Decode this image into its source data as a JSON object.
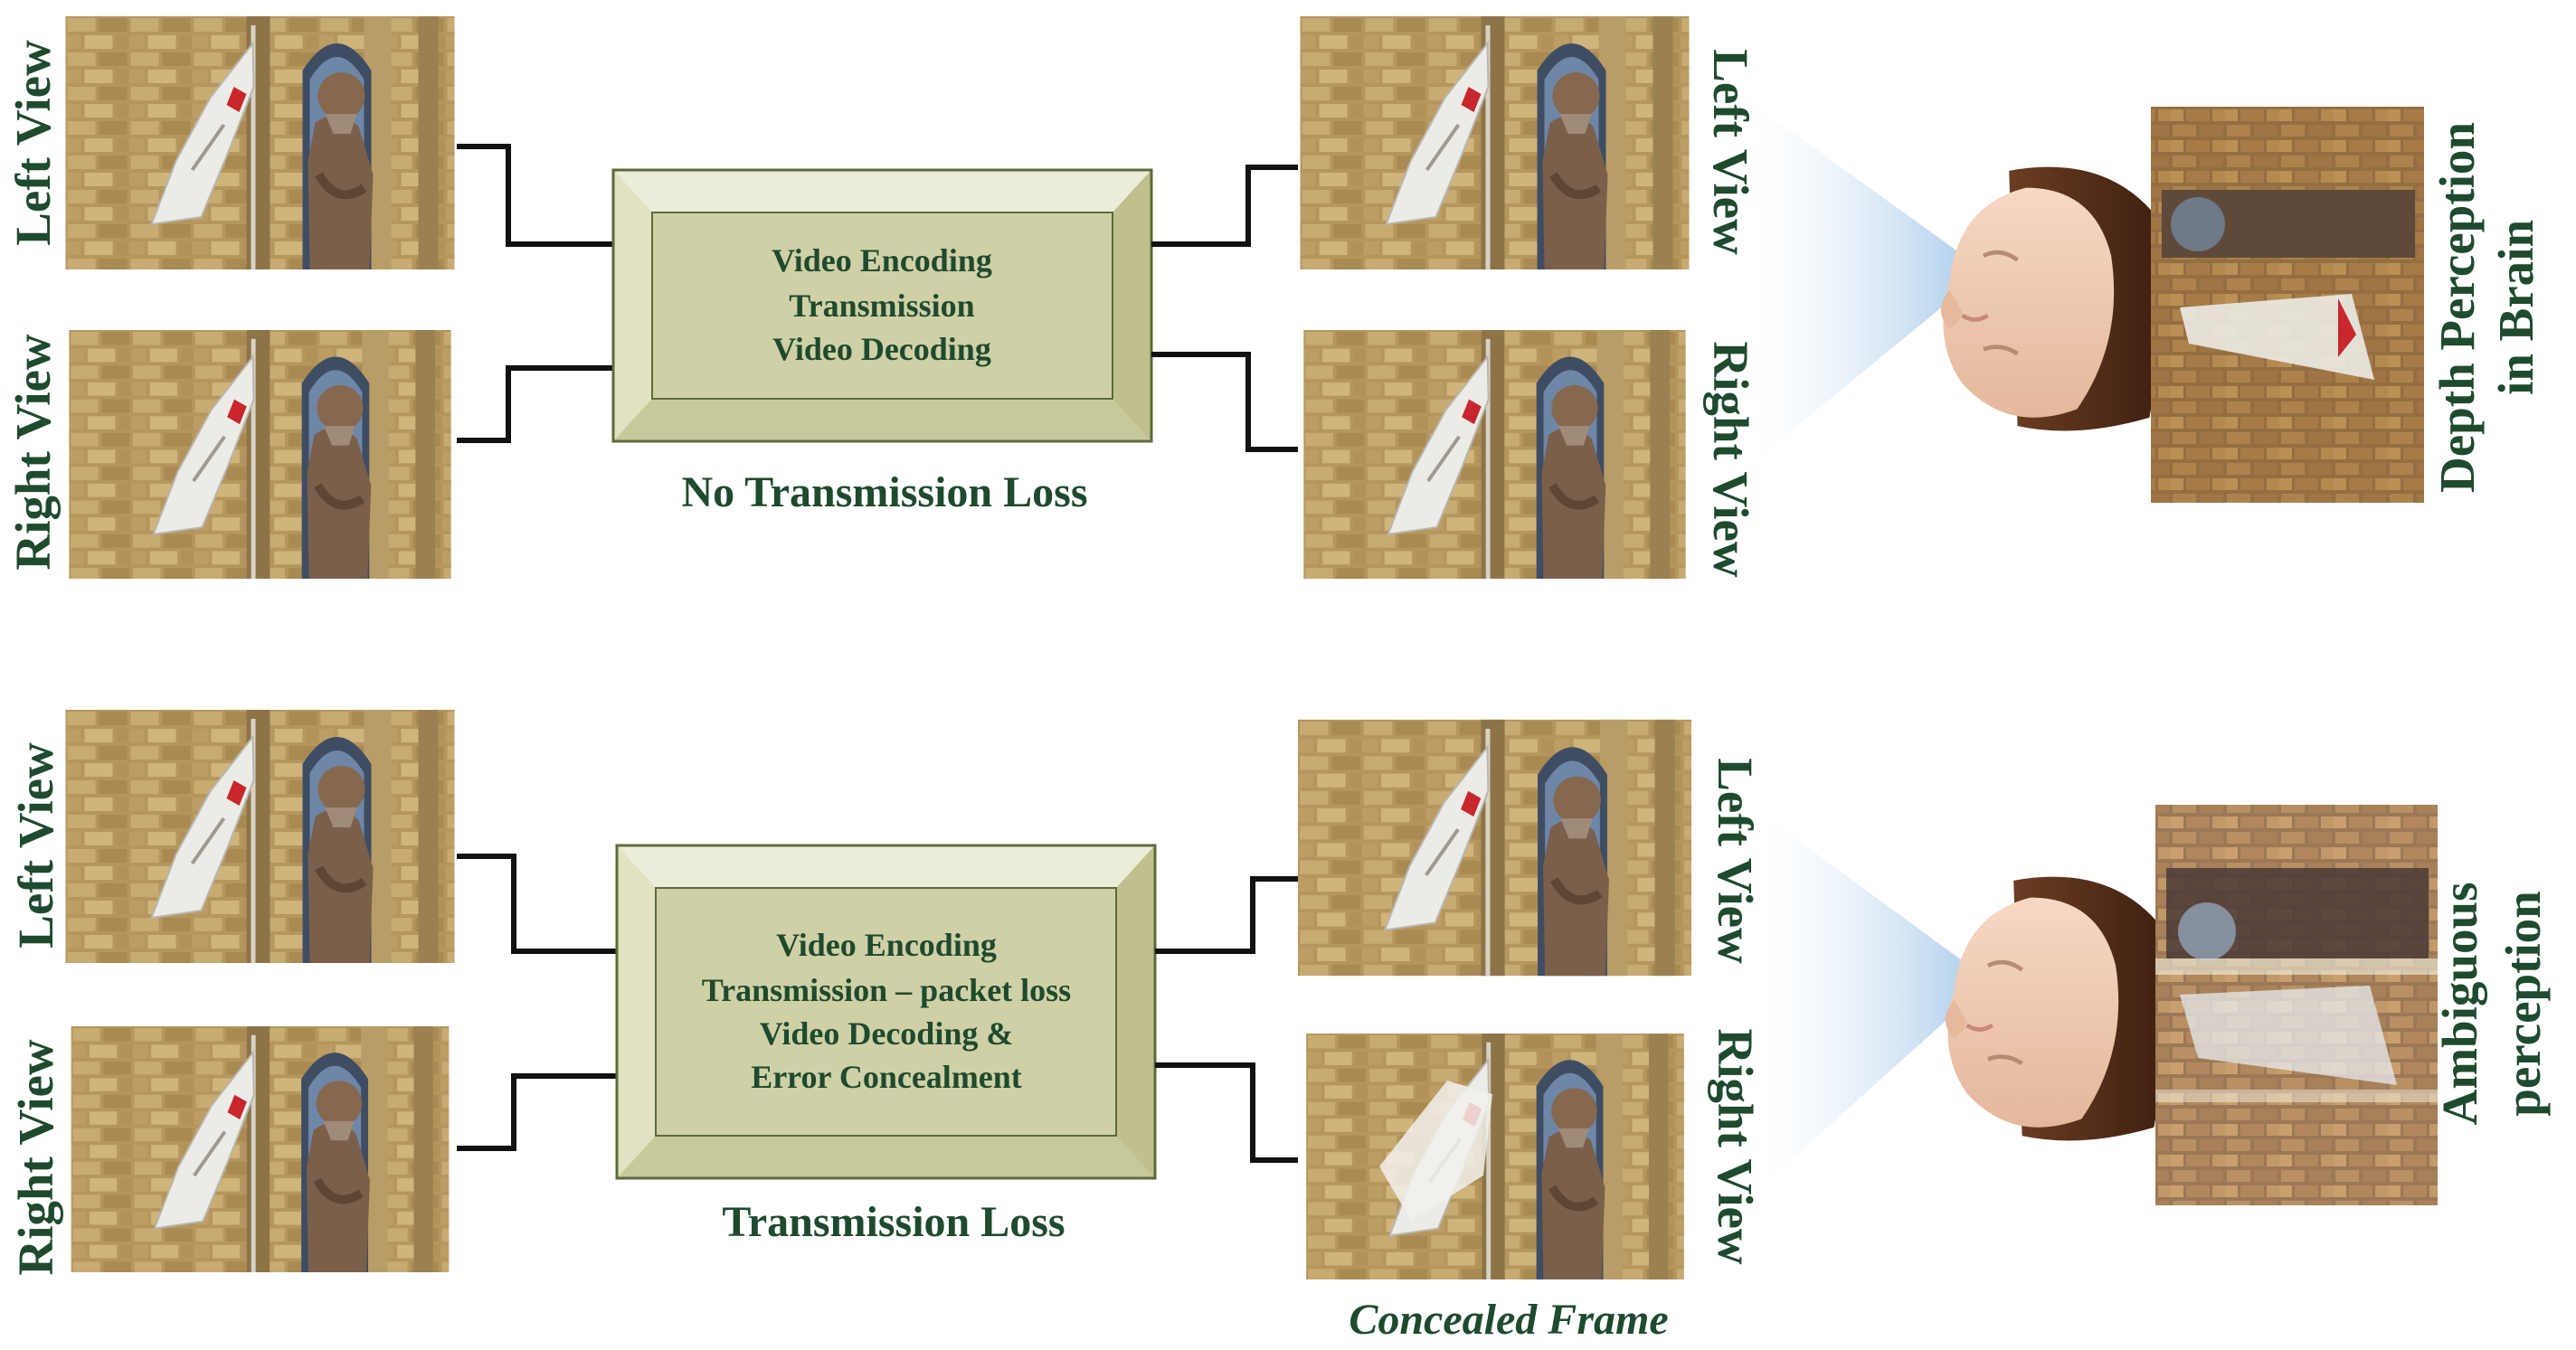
{
  "top_row": {
    "input_left_label": "Left View",
    "input_right_label": "Right View",
    "process_lines": [
      "Video Encoding",
      "Transmission",
      "Video Decoding"
    ],
    "caption": "No Transmission Loss",
    "output_left_label": "Left View",
    "output_right_label": "Right View",
    "perception_lines": [
      "Depth Perception",
      "in Brain"
    ]
  },
  "bottom_row": {
    "input_left_label": "Left View",
    "input_right_label": "Right View",
    "process_lines": [
      "Video Encoding",
      "Transmission – packet loss",
      "Video Decoding &",
      "Error Concealment"
    ],
    "caption": "Transmission Loss",
    "output_left_label": "Left View",
    "output_right_label": "Right View",
    "concealed_caption": "Concealed Frame",
    "perception_lines": [
      "Ambiguous",
      "perception"
    ]
  },
  "colors": {
    "label_text": "#1e4a2e",
    "box_fill": "#d0d0a6",
    "box_bevel": "#ecedd8",
    "box_border": "#5c6a3a",
    "wire": "#111111"
  }
}
